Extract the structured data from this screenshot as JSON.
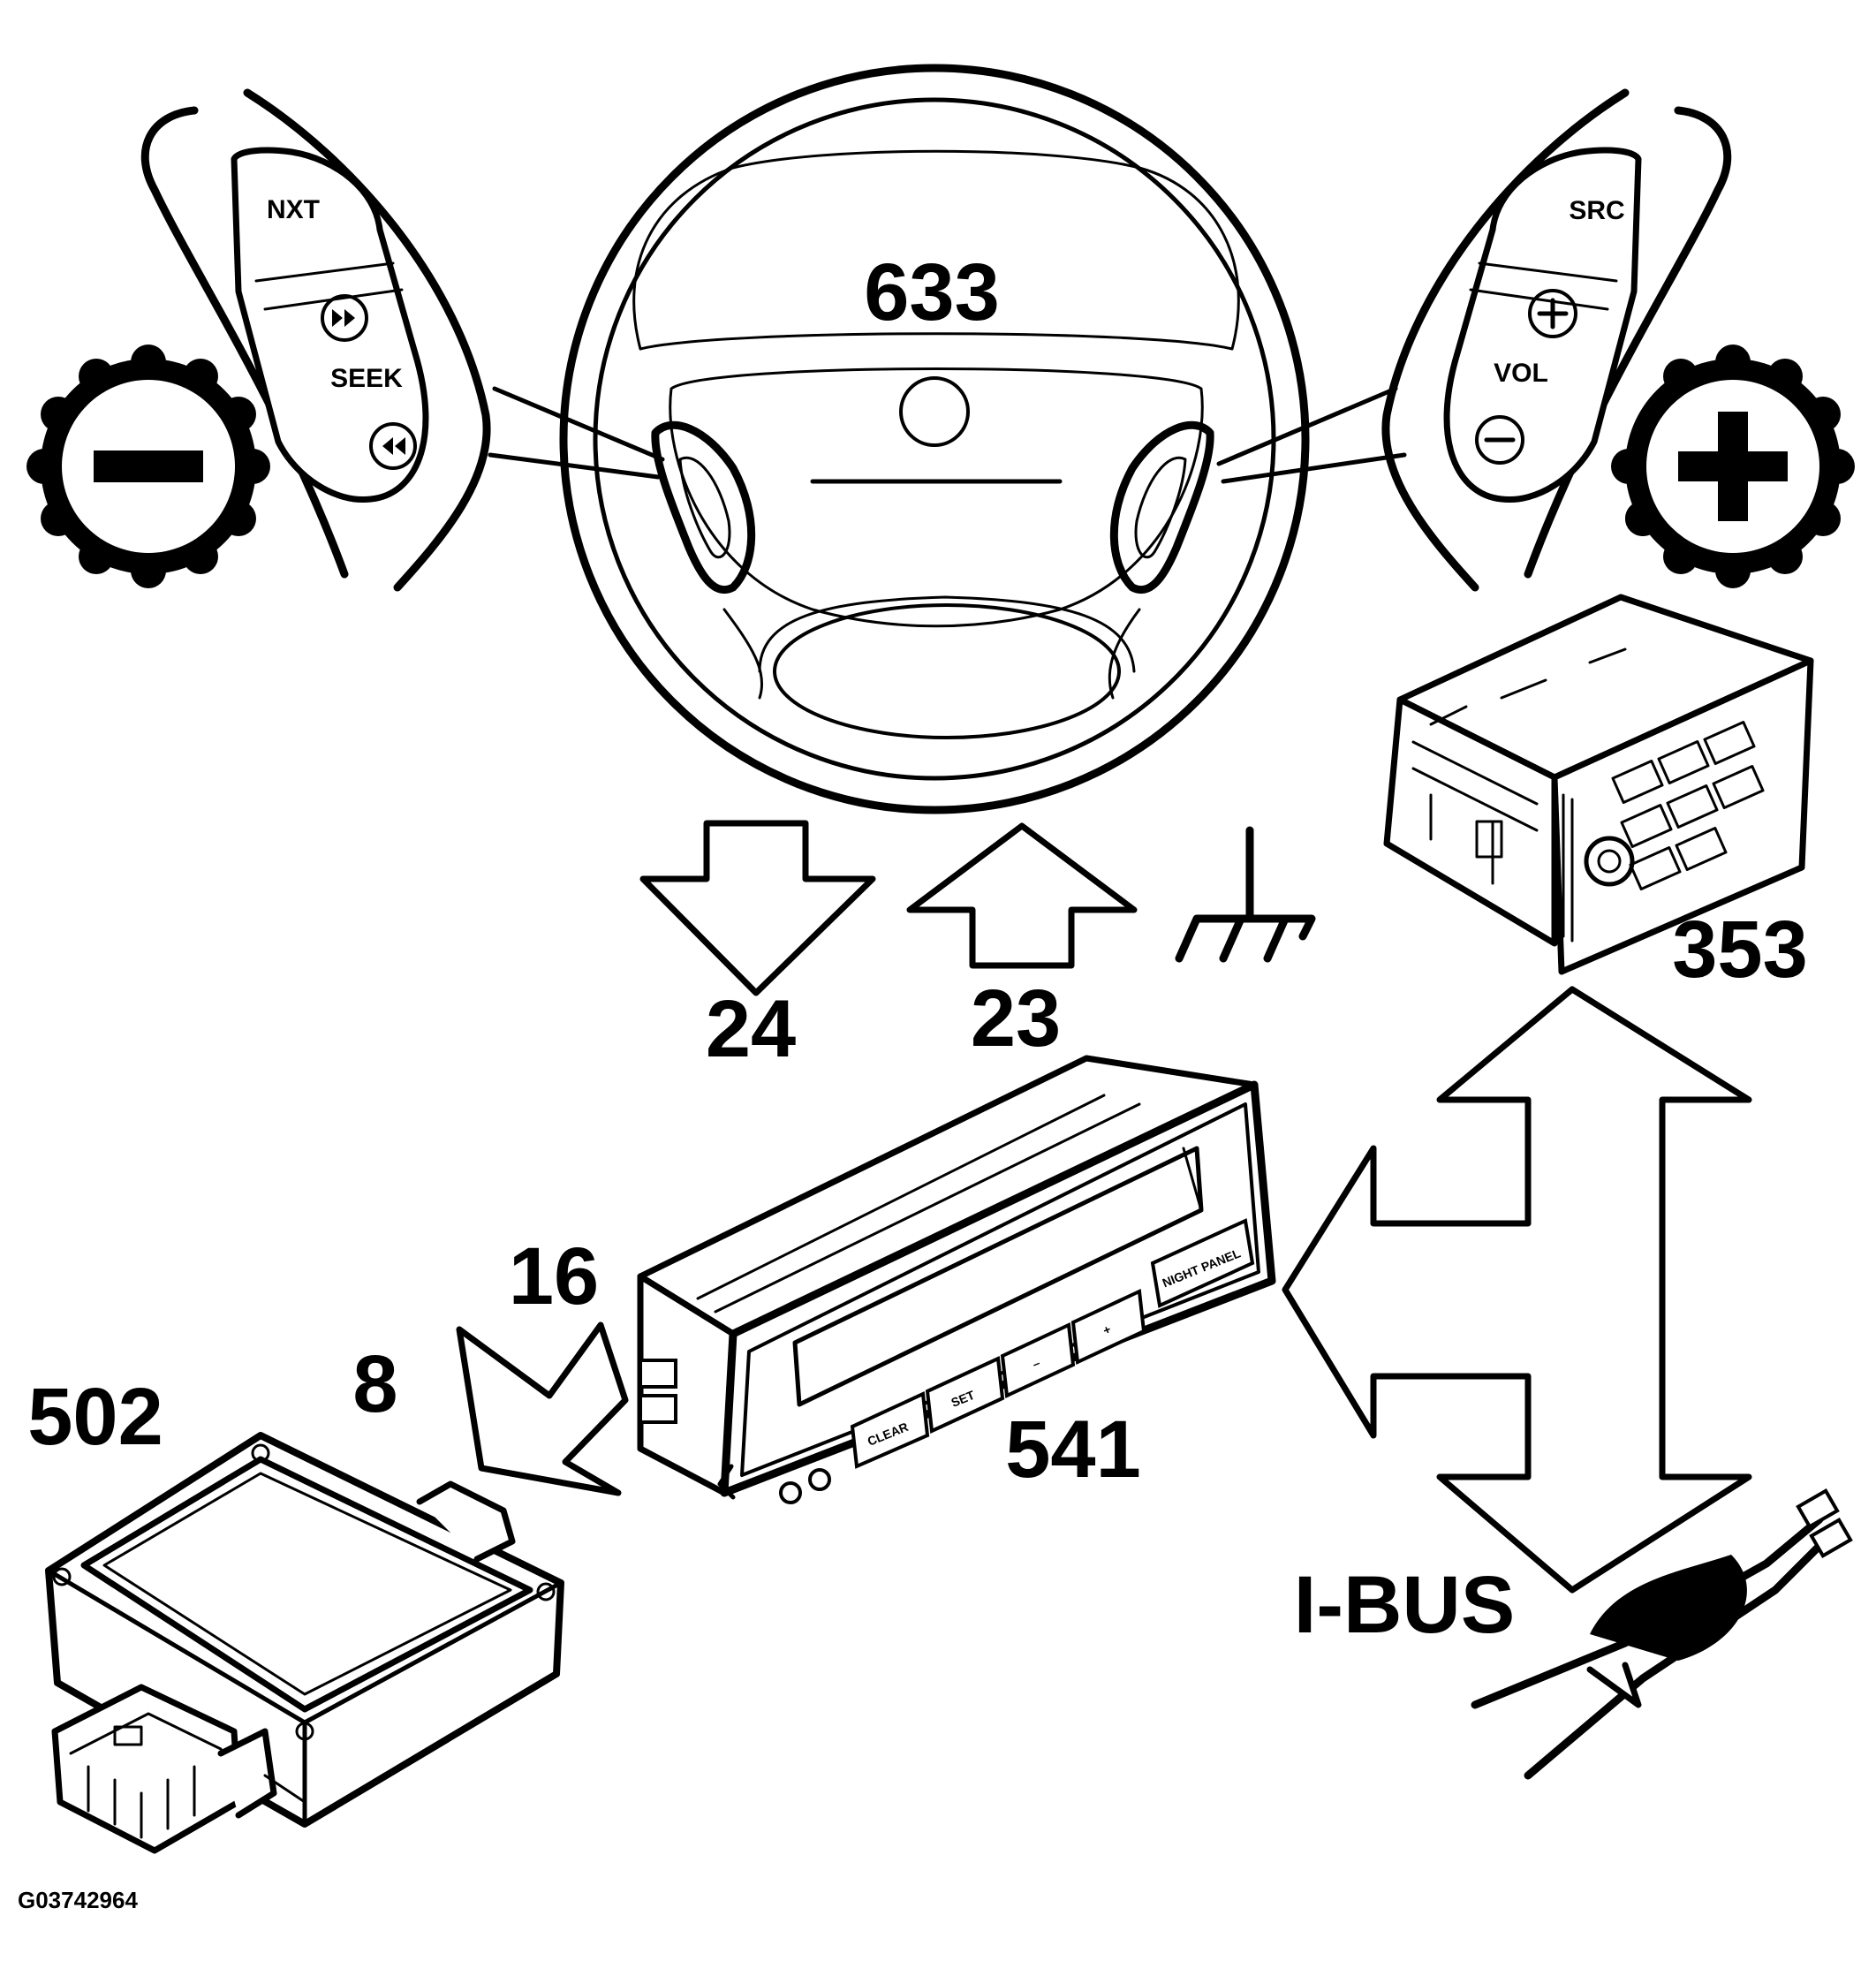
{
  "labels": {
    "steering_wheel": "633",
    "radio": "353",
    "display_module": "541",
    "control_module": "502",
    "arrow_down": "24",
    "arrow_up": "23",
    "arrow_16": "16",
    "arrow_8": "8",
    "bus": "I-BUS"
  },
  "left_switch": {
    "top_button": "NXT",
    "middle_label": "SEEK"
  },
  "right_switch": {
    "top_button": "SRC",
    "middle_label": "VOL"
  },
  "display_buttons": {
    "clear": "CLEAR",
    "set": "SET",
    "minus": "–",
    "plus": "+",
    "night_panel": "NIGHT PANEL"
  },
  "figure_id": "G03742964",
  "icons": [
    "minus-gear-icon",
    "plus-gear-icon",
    "ground-icon",
    "fast-forward-icon",
    "rewind-icon",
    "plus-circle-icon",
    "minus-circle-icon"
  ]
}
